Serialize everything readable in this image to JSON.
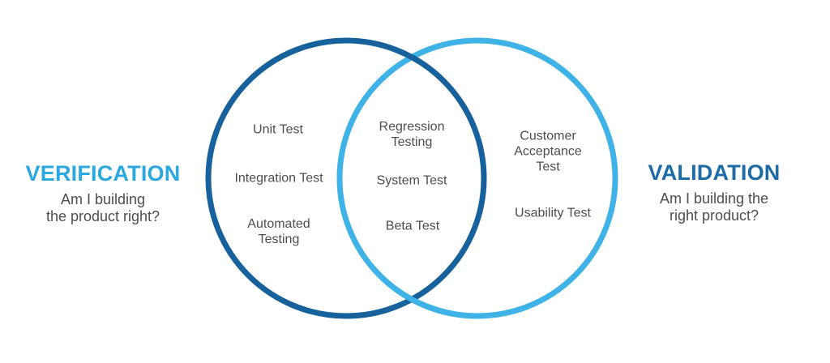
{
  "colors": {
    "verification_title": "#29A9E0",
    "validation_title": "#1D6CA7",
    "circle_dark": "#17629C",
    "circle_light": "#3FB3E8",
    "text_gray": "#4E4E4E"
  },
  "verification": {
    "title": "VERIFICATION",
    "subtitle_lines": [
      "Am I building",
      "the product right?"
    ]
  },
  "validation": {
    "title": "VALIDATION",
    "subtitle_lines": [
      "Am I building the",
      "right product?"
    ]
  },
  "venn": {
    "verification_only": [
      "Unit Test",
      "Integration Test",
      "Automated Testing"
    ],
    "overlap": [
      "Regression Testing",
      "System Test",
      "Beta Test"
    ],
    "validation_only": [
      "Customer Acceptance Test",
      "Usability Test"
    ]
  }
}
